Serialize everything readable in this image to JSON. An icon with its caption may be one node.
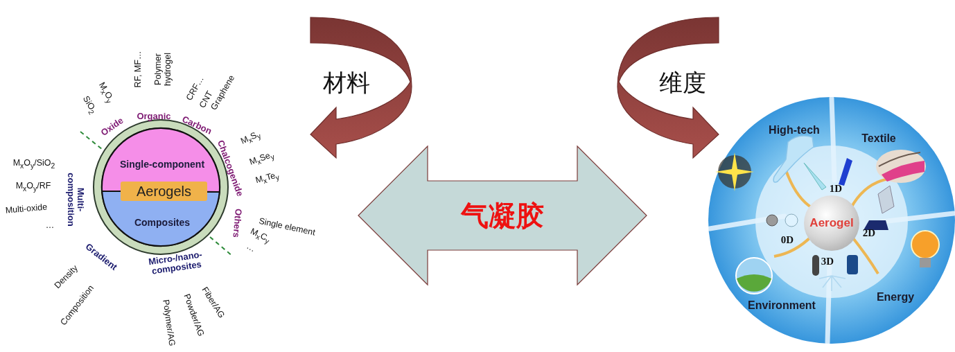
{
  "diagram": {
    "nodes": [
      {
        "text": [],
        "shape": "circle"
      },
      {
        "text": [
          "Single-component"
        ],
        "in": 0
      },
      {
        "text": [
          "Aerogels"
        ],
        "in": 0
      },
      {
        "text": [
          "Composites"
        ],
        "in": 0
      },
      {
        "text": [],
        "shape": "circle"
      },
      {
        "text": [
          "Aerogel"
        ],
        "in": 4
      }
    ],
    "edges": [
      {
        "from": 0,
        "to": 4,
        "arrow": "both",
        "label": "气凝胶",
        "color": "#c5d9d8"
      },
      {
        "from": null,
        "to": 4,
        "arrow": "to",
        "label": "维度"
      }
    ],
    "labels": [
      "SiO$_{2}$",
      "M$_{x}$O$_{y}$",
      "RF, MF…",
      "Polymer hydrogel",
      "CRF…",
      "CNT",
      "Graphene",
      "Oxide",
      "Organic",
      "Carbon",
      "Chalcogenide",
      "M$_{x}$S$_{y}$",
      "M$_{x}$Se$_{y}$",
      "M$_{x}$Te$_{y}$",
      "Others",
      "Single element",
      "M$_{x}$C$_{y}$",
      "…",
      "Multi-composition",
      "M$_{x}$O$_{y}$/SiO$_{2}$",
      "M$_{x}$O$_{y}$/RF",
      "Multi-oxide",
      "…",
      "Gradient",
      "Density",
      "Composition",
      "Micro-/nano-composites",
      "Polymer/AG",
      "Powder/AG",
      "Fiber/AG",
      "High-tech",
      "Textile",
      "Energy",
      "Environment",
      "1D",
      "2D",
      "0D",
      "3D",
      "材料"
    ]
  }
}
